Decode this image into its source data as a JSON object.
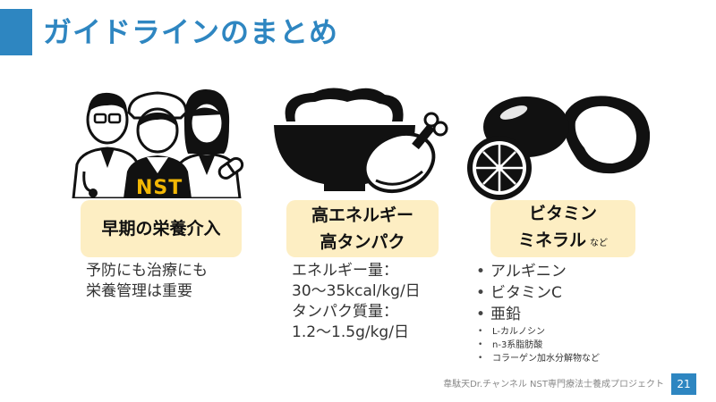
{
  "header": {
    "title": "ガイドラインのまとめ"
  },
  "col1": {
    "badge": "NST",
    "box_label": "早期の栄養介入",
    "lines": [
      "予防にも治療にも",
      "栄養管理は重要"
    ]
  },
  "col2": {
    "box_lines": [
      "高エネルギー",
      "高タンパク"
    ],
    "lines": [
      "エネルギー量：",
      "30〜35kcal/kg/日",
      "タンパク質量：",
      "1.2〜1.5g/kg/日"
    ]
  },
  "col3": {
    "box_lines": [
      "ビタミン",
      "ミネラル"
    ],
    "box_suffix": "など",
    "bullets": [
      "アルギニン",
      "ビタミンC",
      "亜鉛"
    ],
    "sub_bullets": [
      "L-カルノシン",
      "n-3系脂肪酸",
      "コラーゲン加水分解物など"
    ]
  },
  "footer": {
    "text": "韋駄天Dr.チャンネル NST専門療法士養成プロジェクト",
    "page_number": "21"
  }
}
